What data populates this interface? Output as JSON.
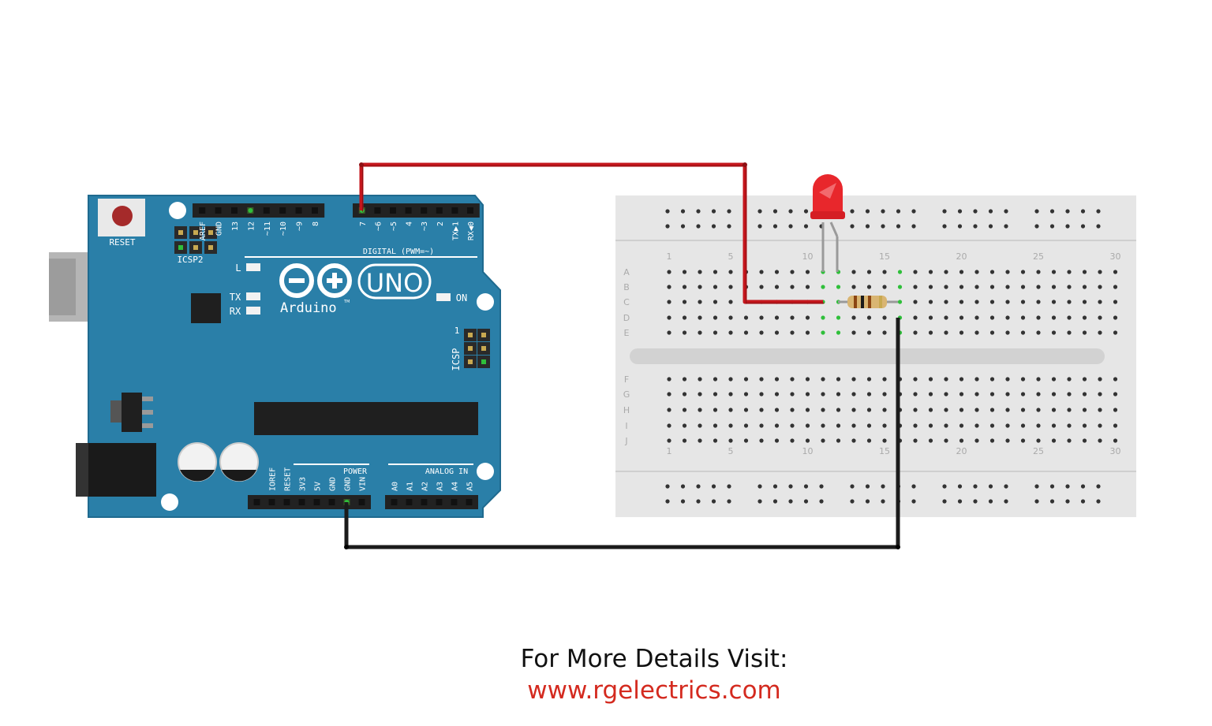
{
  "colors": {
    "board": "#2a7fa8",
    "board_edge": "#1f6a8f",
    "header": "#222222",
    "breadboard": "#e6e6e6",
    "hole": "#333333",
    "hole_active": "#2fbf3a",
    "wire_signal": "#c4161c",
    "wire_ground": "#1b1b1b",
    "led": "#e8272c",
    "footer_link": "#d42a1f"
  },
  "arduino": {
    "reset_label": "RESET",
    "icsp2_label": "ICSP2",
    "icsp_label": "ICSP",
    "icsp_pin_label": "1",
    "brand": "Arduino",
    "tm": "TM",
    "model": "UNO",
    "digital_label": "DIGITAL (PWM=~)",
    "power_label": "POWER",
    "analog_label": "ANALOG IN",
    "led_labels": {
      "l": "L",
      "tx": "TX",
      "rx": "RX",
      "on": "ON"
    },
    "top_pins": [
      "AREF",
      "GND",
      "13",
      "12",
      "~11",
      "~10",
      "~9",
      "8",
      "7",
      "~6",
      "~5",
      "4",
      "~3",
      "2",
      "TX▶1",
      "RX◀0"
    ],
    "power_pins": [
      "IOREF",
      "RESET",
      "3V3",
      "5V",
      "GND",
      "GND",
      "VIN"
    ],
    "analog_pins": [
      "A0",
      "A1",
      "A2",
      "A3",
      "A4",
      "A5"
    ]
  },
  "breadboard": {
    "row_labels_top": [
      "A",
      "B",
      "C",
      "D",
      "E"
    ],
    "row_labels_bottom": [
      "F",
      "G",
      "H",
      "I",
      "J"
    ],
    "column_numbers": [
      "1",
      "5",
      "10",
      "15",
      "20",
      "25",
      "30"
    ]
  },
  "footer": {
    "line1": "For More Details Visit:",
    "line2": "www.rgelectrics.com"
  }
}
